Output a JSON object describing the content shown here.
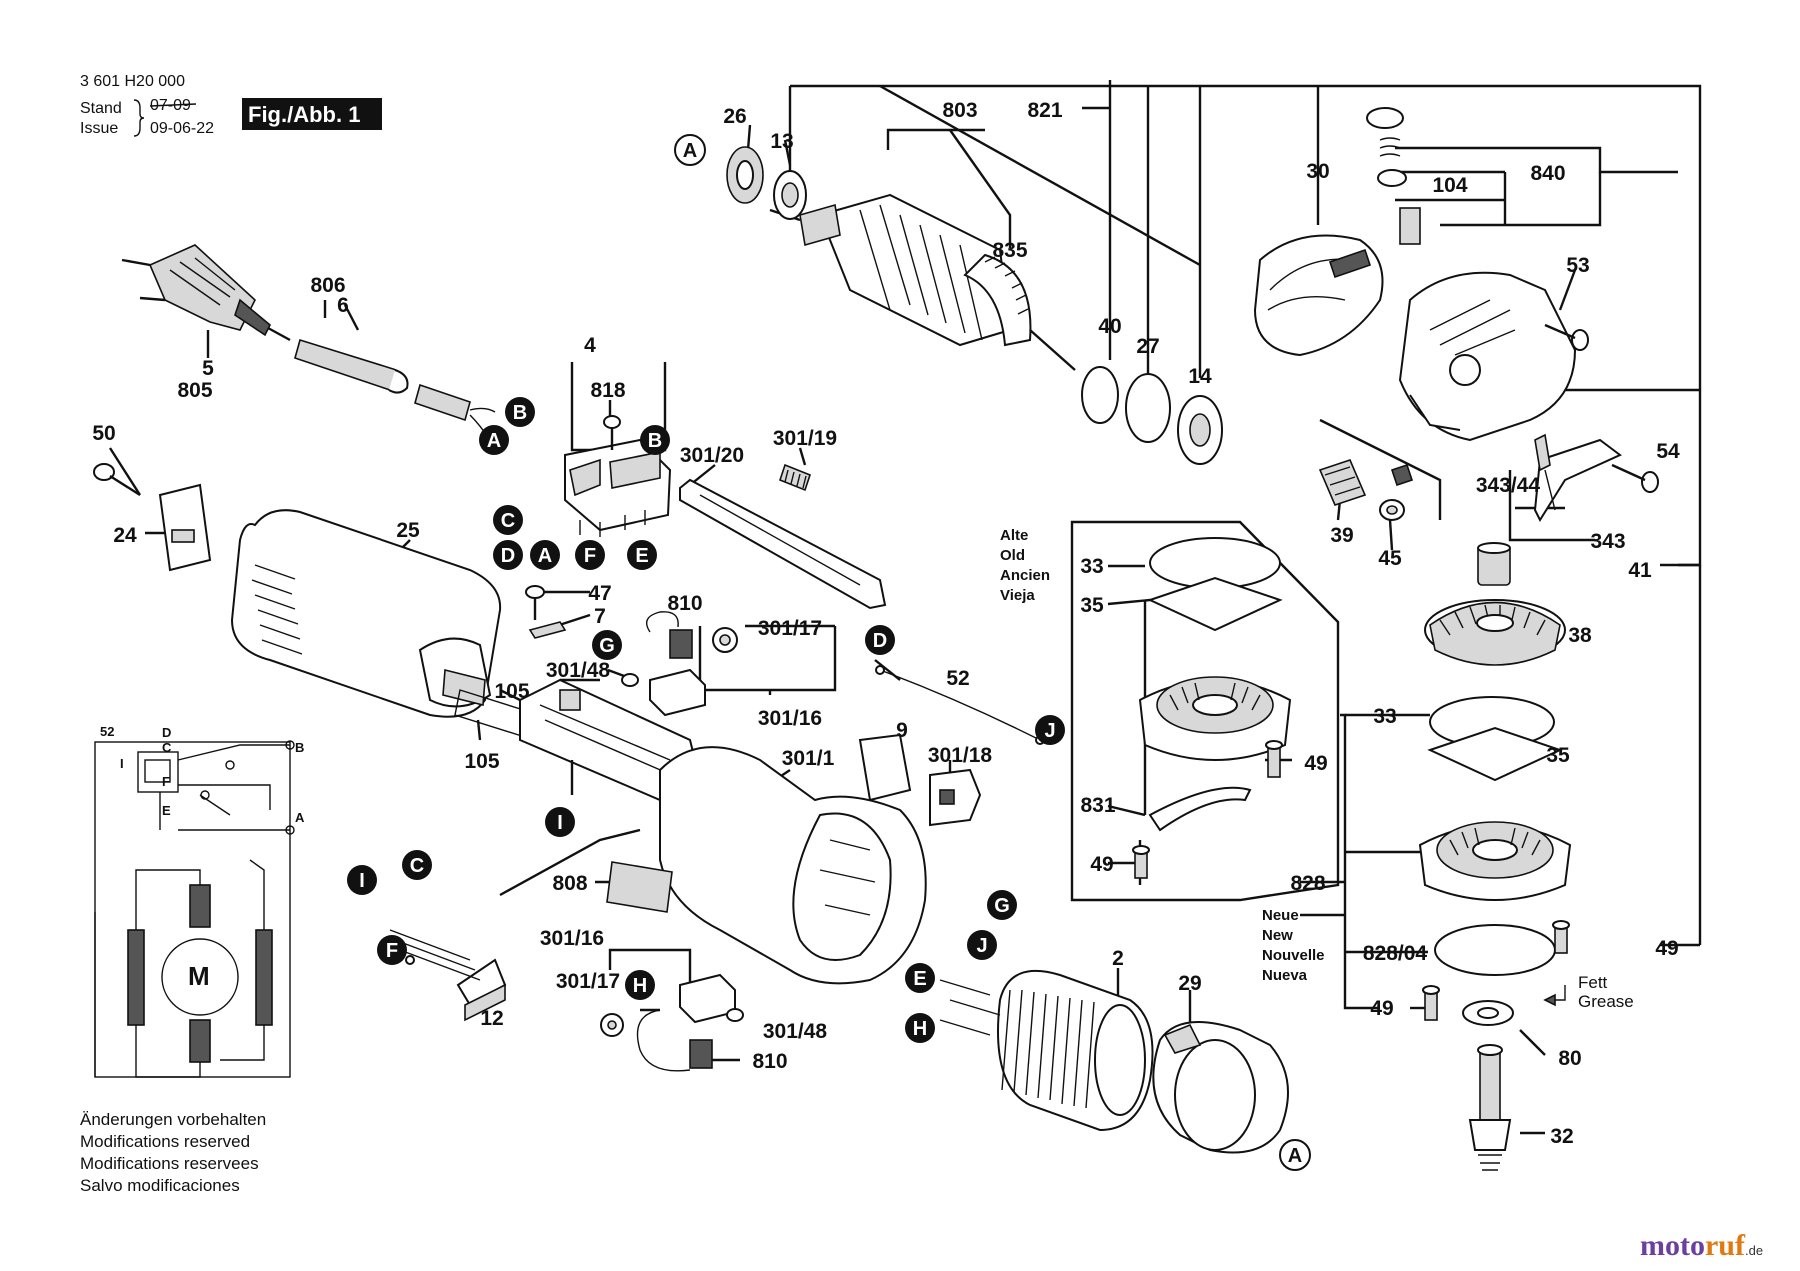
{
  "header": {
    "part_number": "3 601 H20 000",
    "stand_label": "Stand",
    "issue_label": "Issue",
    "stand_value": "07-09",
    "issue_value": "09-06-22",
    "figure_label": "Fig./Abb. 1"
  },
  "legend_old": {
    "lines": [
      "Alte",
      "Old",
      "Ancien",
      "Vieja"
    ]
  },
  "legend_new": {
    "lines": [
      "Neue",
      "New",
      "Nouvelle",
      "Nueva"
    ]
  },
  "grease_note": {
    "lines": [
      "Fett",
      "Grease"
    ]
  },
  "footer_notes": {
    "lines": [
      "Änderungen vorbehalten",
      "Modifications reserved",
      "Modifications reservees",
      "Salvo modificaciones"
    ]
  },
  "watermark": {
    "part1": "moto",
    "part2": "ruf",
    "suffix": ".de",
    "color_primary": "#6a3fa0",
    "color_accent": "#e07a10"
  },
  "wiring_schematic": {
    "labels": [
      "52",
      "D",
      "C",
      "F",
      "E",
      "I",
      "B",
      "A",
      "M"
    ]
  },
  "part_labels": [
    {
      "id": "26",
      "text": "26"
    },
    {
      "id": "13",
      "text": "13"
    },
    {
      "id": "803",
      "text": "803"
    },
    {
      "id": "821",
      "text": "821"
    },
    {
      "id": "30",
      "text": "30"
    },
    {
      "id": "104",
      "text": "104"
    },
    {
      "id": "840",
      "text": "840"
    },
    {
      "id": "835",
      "text": "835"
    },
    {
      "id": "806",
      "text": "806"
    },
    {
      "id": "6",
      "text": "6"
    },
    {
      "id": "5",
      "text": "5"
    },
    {
      "id": "805",
      "text": "805"
    },
    {
      "id": "4",
      "text": "4"
    },
    {
      "id": "818",
      "text": "818"
    },
    {
      "id": "40",
      "text": "40"
    },
    {
      "id": "27",
      "text": "27"
    },
    {
      "id": "14",
      "text": "14"
    },
    {
      "id": "53",
      "text": "53"
    },
    {
      "id": "50",
      "text": "50"
    },
    {
      "id": "301/20",
      "text": "301/20"
    },
    {
      "id": "301/19",
      "text": "301/19"
    },
    {
      "id": "54",
      "text": "54"
    },
    {
      "id": "343/44",
      "text": "343/44"
    },
    {
      "id": "24",
      "text": "24"
    },
    {
      "id": "25",
      "text": "25"
    },
    {
      "id": "39",
      "text": "39"
    },
    {
      "id": "45",
      "text": "45"
    },
    {
      "id": "343",
      "text": "343"
    },
    {
      "id": "41",
      "text": "41"
    },
    {
      "id": "47",
      "text": "47"
    },
    {
      "id": "7",
      "text": "7"
    },
    {
      "id": "810a",
      "text": "810"
    },
    {
      "id": "301/17a",
      "text": "301/17"
    },
    {
      "id": "33a",
      "text": "33"
    },
    {
      "id": "35a",
      "text": "35"
    },
    {
      "id": "38",
      "text": "38"
    },
    {
      "id": "301/48a",
      "text": "301/48"
    },
    {
      "id": "105a",
      "text": "105"
    },
    {
      "id": "52",
      "text": "52"
    },
    {
      "id": "301/16a",
      "text": "301/16"
    },
    {
      "id": "9",
      "text": "9"
    },
    {
      "id": "301/1",
      "text": "301/1"
    },
    {
      "id": "301/18",
      "text": "301/18"
    },
    {
      "id": "105b",
      "text": "105"
    },
    {
      "id": "49a",
      "text": "49"
    },
    {
      "id": "33b",
      "text": "33"
    },
    {
      "id": "35b",
      "text": "35"
    },
    {
      "id": "831",
      "text": "831"
    },
    {
      "id": "49b",
      "text": "49"
    },
    {
      "id": "808",
      "text": "808"
    },
    {
      "id": "828",
      "text": "828"
    },
    {
      "id": "301/16b",
      "text": "301/16"
    },
    {
      "id": "2",
      "text": "2"
    },
    {
      "id": "29",
      "text": "29"
    },
    {
      "id": "301/17b",
      "text": "301/17"
    },
    {
      "id": "828/04",
      "text": "828/04"
    },
    {
      "id": "49c",
      "text": "49"
    },
    {
      "id": "12",
      "text": "12"
    },
    {
      "id": "301/48b",
      "text": "301/48"
    },
    {
      "id": "810b",
      "text": "810"
    },
    {
      "id": "49d",
      "text": "49"
    },
    {
      "id": "80",
      "text": "80"
    },
    {
      "id": "32",
      "text": "32"
    }
  ],
  "reference_markers": [
    {
      "id": "A1",
      "letter": "A",
      "style": "white"
    },
    {
      "id": "B1",
      "letter": "B",
      "style": "black"
    },
    {
      "id": "A2",
      "letter": "A",
      "style": "black"
    },
    {
      "id": "B2",
      "letter": "B",
      "style": "black"
    },
    {
      "id": "C1",
      "letter": "C",
      "style": "black"
    },
    {
      "id": "D1",
      "letter": "D",
      "style": "black"
    },
    {
      "id": "A3",
      "letter": "A",
      "style": "black"
    },
    {
      "id": "F1",
      "letter": "F",
      "style": "black"
    },
    {
      "id": "E1",
      "letter": "E",
      "style": "black"
    },
    {
      "id": "G1",
      "letter": "G",
      "style": "black"
    },
    {
      "id": "D2",
      "letter": "D",
      "style": "black"
    },
    {
      "id": "J1",
      "letter": "J",
      "style": "black"
    },
    {
      "id": "I1",
      "letter": "I",
      "style": "black"
    },
    {
      "id": "C2",
      "letter": "C",
      "style": "black"
    },
    {
      "id": "I2",
      "letter": "I",
      "style": "black"
    },
    {
      "id": "F2",
      "letter": "F",
      "style": "black"
    },
    {
      "id": "H1",
      "letter": "H",
      "style": "black"
    },
    {
      "id": "G2",
      "letter": "G",
      "style": "black"
    },
    {
      "id": "J2",
      "letter": "J",
      "style": "black"
    },
    {
      "id": "E2",
      "letter": "E",
      "style": "black"
    },
    {
      "id": "H2",
      "letter": "H",
      "style": "black"
    },
    {
      "id": "A4",
      "letter": "A",
      "style": "white"
    }
  ]
}
